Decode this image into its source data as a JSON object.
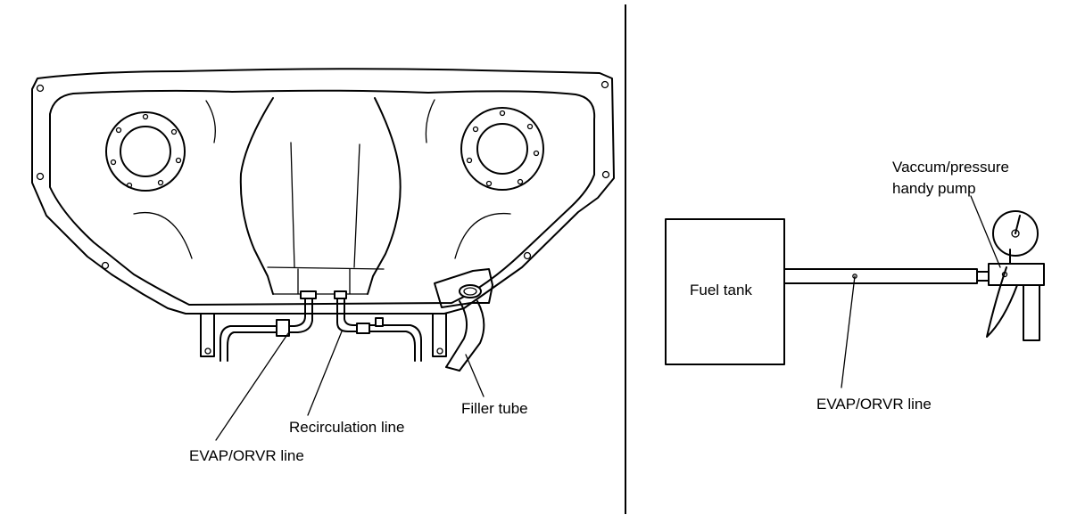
{
  "left_figure": {
    "labels": {
      "evap_orvr_line": "EVAP/ORVR line",
      "recirculation_line": "Recirculation line",
      "filler_tube": "Filler tube"
    }
  },
  "right_figure": {
    "labels": {
      "fuel_tank": "Fuel tank",
      "pump_line1": "Vaccum/pressure",
      "pump_line2": "handy pump",
      "evap_orvr_line": "EVAP/ORVR line"
    }
  }
}
